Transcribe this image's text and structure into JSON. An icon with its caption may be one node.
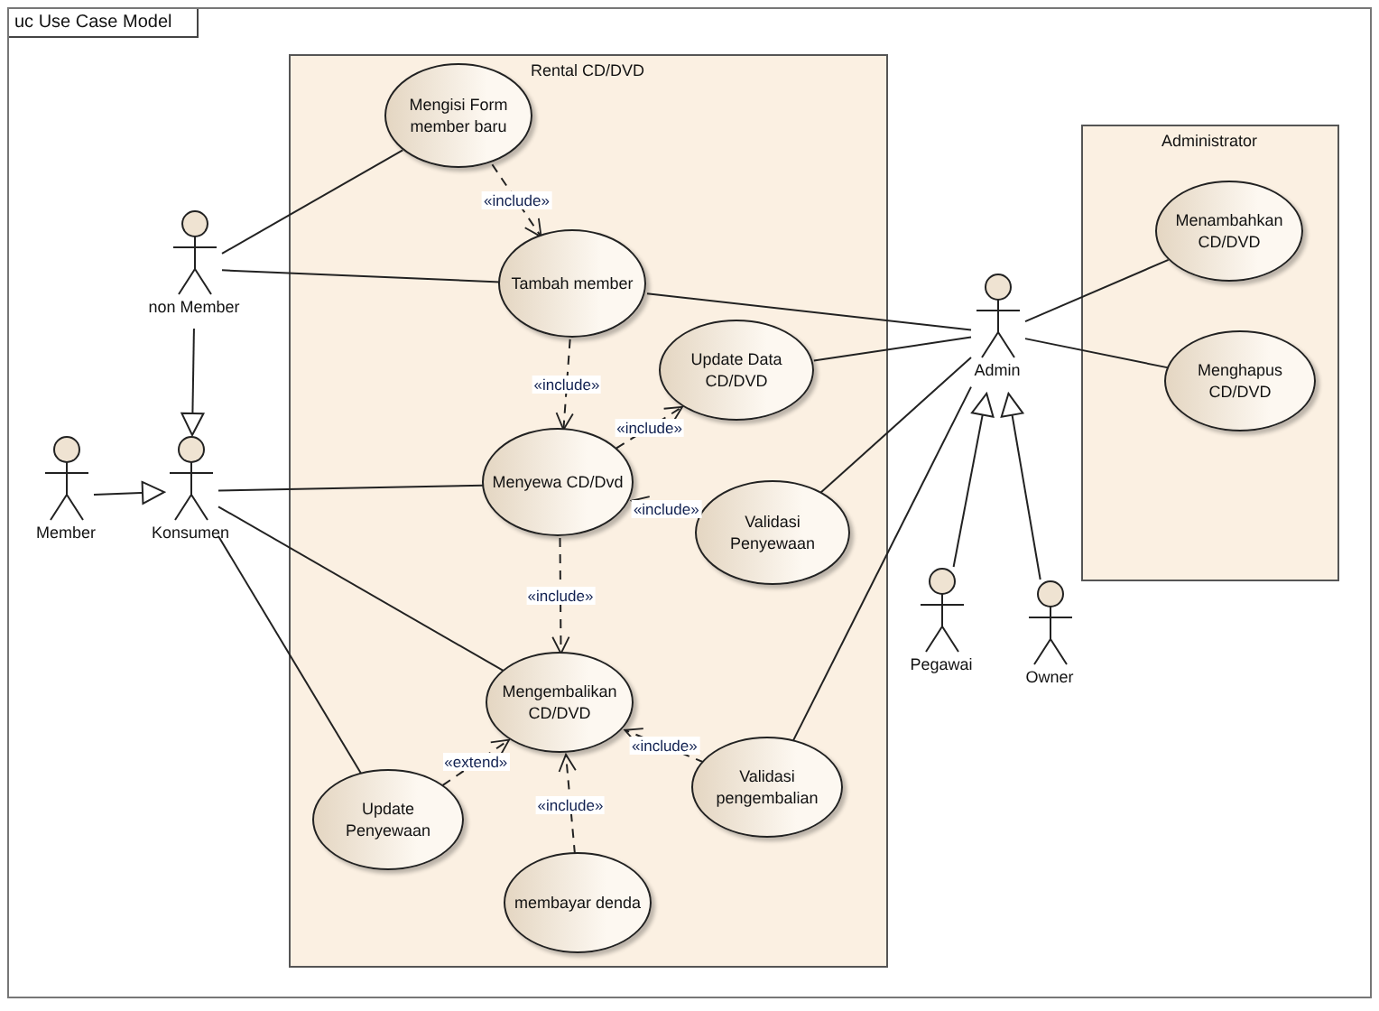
{
  "diagram": {
    "nodes": [
      {
        "text": [
          "uc Use Case Model"
        ]
      },
      {
        "text": [
          "Rental CD/DVD"
        ],
        "in": 0
      },
      {
        "text": [
          "Mengisi Form member baru"
        ],
        "in": 1
      },
      {
        "text": [
          "Tambah member"
        ],
        "in": 1
      },
      {
        "text": [
          "Update Data CD/DVD"
        ],
        "in": 1
      },
      {
        "text": [
          "Menyewa CD/Dvd"
        ],
        "in": 1
      },
      {
        "text": [
          "Validasi Penyewaan"
        ],
        "in": 1
      },
      {
        "text": [
          "Mengembalikan CD/DVD"
        ],
        "in": 1
      },
      {
        "text": [
          "Update Penyewaan"
        ],
        "in": 1
      },
      {
        "text": [
          "Validasi pengembalian"
        ],
        "in": 1
      },
      {
        "text": [
          "membayar denda"
        ],
        "in": 1
      },
      {
        "text": [
          "Administrator"
        ],
        "in": 0
      },
      {
        "text": [
          "Menambahkan CD/DVD"
        ],
        "in": 11
      },
      {
        "text": [
          "Menghapus CD/DVD"
        ],
        "in": 11
      },
      {
        "text": [
          "non Member"
        ],
        "in": 0
      },
      {
        "text": [
          "Konsumen"
        ],
        "in": 0
      },
      {
        "text": [
          "Member"
        ],
        "in": 0
      },
      {
        "text": [
          "Admin"
        ],
        "in": 0
      },
      {
        "text": [
          "Pegawai"
        ],
        "in": 0
      },
      {
        "text": [
          "Owner"
        ],
        "in": 0
      }
    ],
    "edges": [
      {
        "from": 14,
        "to": 2,
        "arrow": "none"
      },
      {
        "from": 14,
        "to": 3,
        "arrow": "none"
      },
      {
        "from": 14,
        "to": 15,
        "arrow": "to"
      },
      {
        "from": 16,
        "to": 15,
        "arrow": "to"
      },
      {
        "from": 15,
        "to": 5,
        "arrow": "none"
      },
      {
        "from": 15,
        "to": 7,
        "arrow": "none"
      },
      {
        "from": 15,
        "to": 8,
        "arrow": "none"
      },
      {
        "from": 2,
        "to": 3,
        "arrow": "to",
        "label": "«include»",
        "style": "dashed"
      },
      {
        "from": 3,
        "to": 5,
        "arrow": "to",
        "label": "«include»",
        "style": "dashed"
      },
      {
        "from": 5,
        "to": 4,
        "arrow": "to",
        "label": "«include»",
        "style": "dashed"
      },
      {
        "from": 6,
        "to": 5,
        "arrow": "to",
        "label": "«include»",
        "style": "dashed"
      },
      {
        "from": 5,
        "to": 7,
        "arrow": "to",
        "label": "«include»",
        "style": "dashed"
      },
      {
        "from": 8,
        "to": 7,
        "arrow": "to",
        "label": "«extend»",
        "style": "dashed"
      },
      {
        "from": 9,
        "to": 7,
        "arrow": "to",
        "label": "«include»",
        "style": "dashed"
      },
      {
        "from": 10,
        "to": 7,
        "arrow": "to",
        "label": "«include»",
        "style": "dashed"
      },
      {
        "from": 17,
        "to": 3,
        "arrow": "none"
      },
      {
        "from": 17,
        "to": 4,
        "arrow": "none"
      },
      {
        "from": 17,
        "to": 6,
        "arrow": "none"
      },
      {
        "from": 17,
        "to": 9,
        "arrow": "none"
      },
      {
        "from": 17,
        "to": 12,
        "arrow": "none"
      },
      {
        "from": 17,
        "to": 13,
        "arrow": "none"
      },
      {
        "from": 18,
        "to": 17,
        "arrow": "to"
      },
      {
        "from": 19,
        "to": 17,
        "arrow": "to"
      }
    ]
  }
}
